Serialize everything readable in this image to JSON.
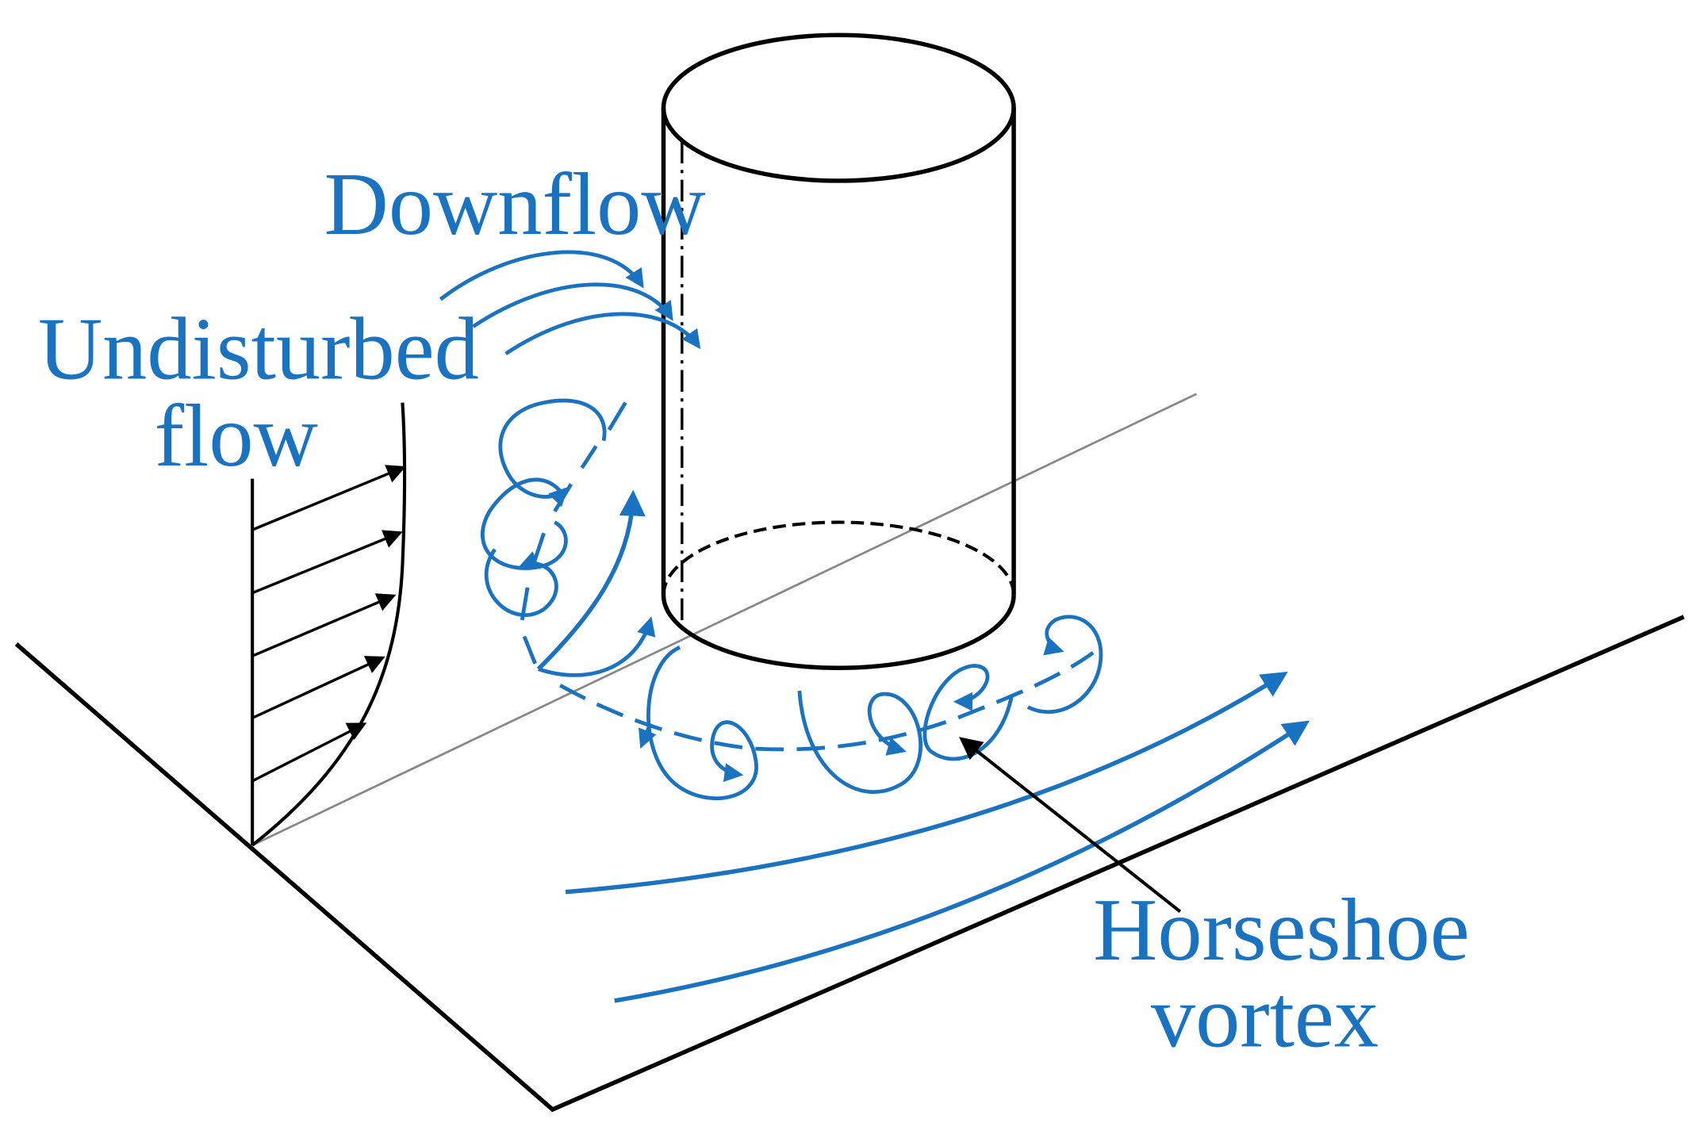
{
  "labels": {
    "downflow": "Downflow",
    "undisturbed_line1": "Undisturbed",
    "undisturbed_line2": "flow",
    "horseshoe_line1": "Horseshoe",
    "horseshoe_line2": "vortex"
  },
  "colors": {
    "flow_blue": "#1a73c0",
    "ink": "#000000",
    "axis_gray": "#888888"
  }
}
